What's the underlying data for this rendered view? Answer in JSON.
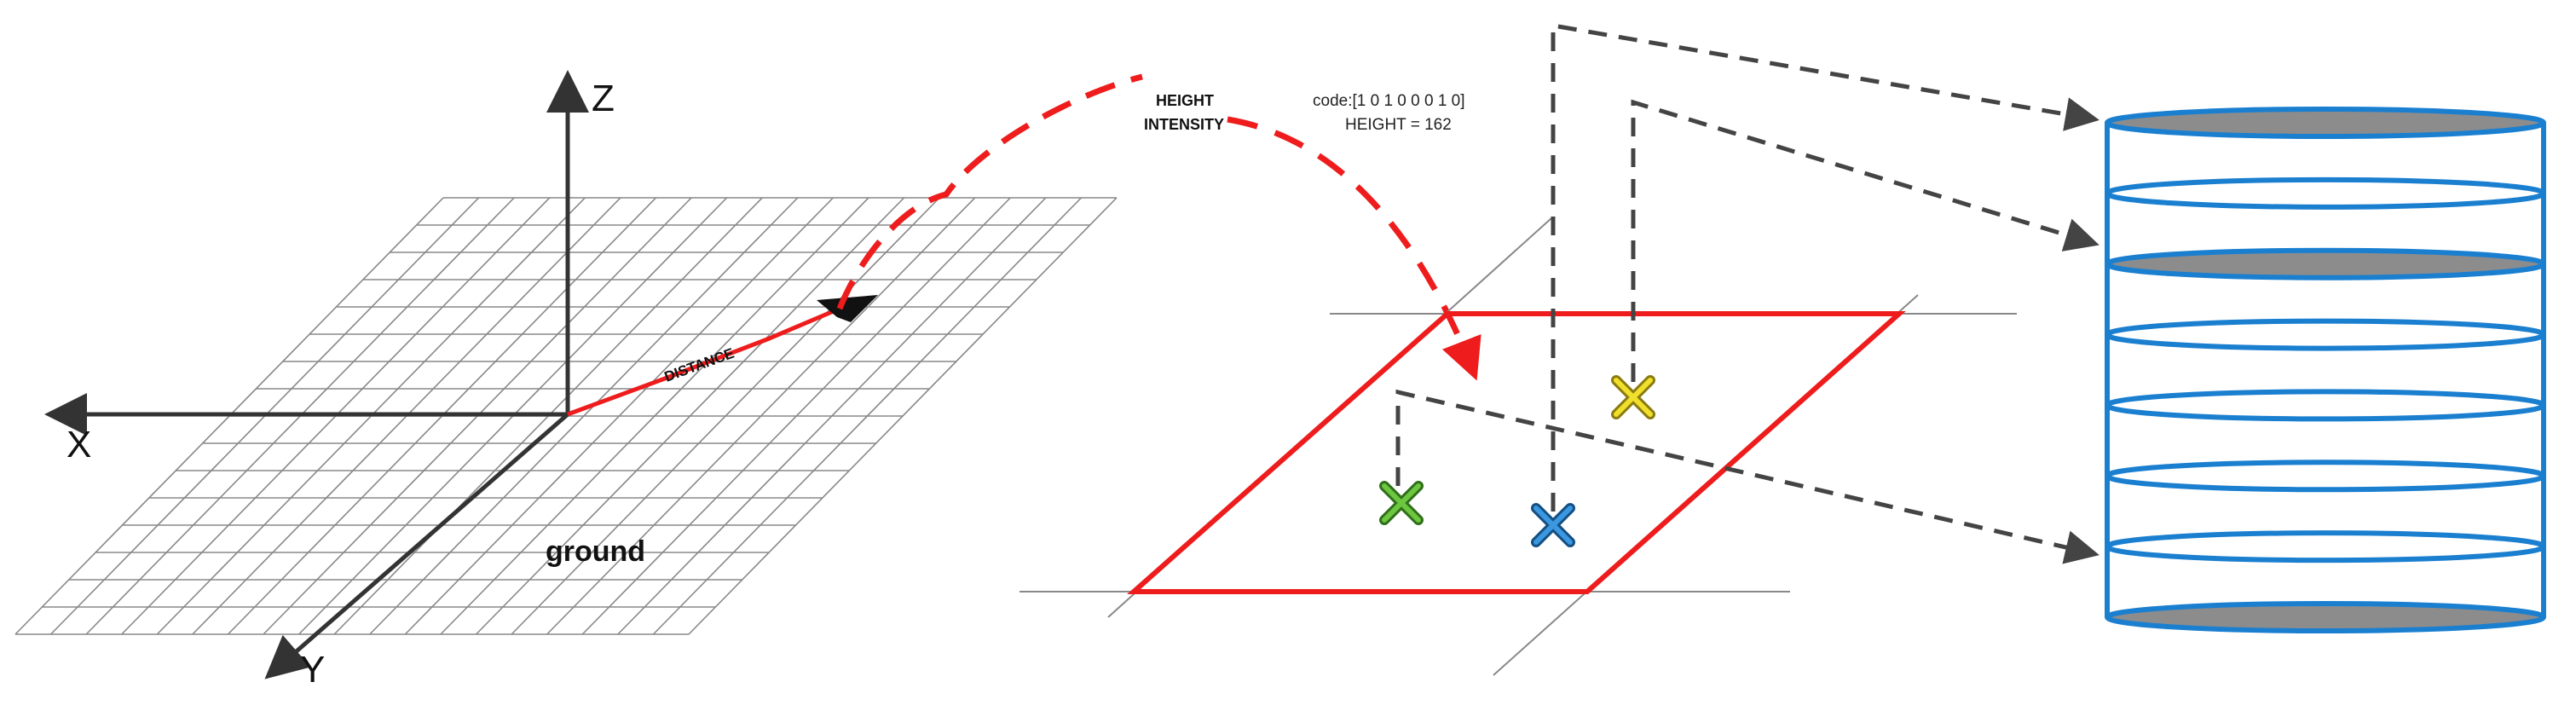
{
  "ground_diagram": {
    "axis_z": "Z",
    "axis_x": "X",
    "axis_y": "Y",
    "distance_label": "DISTANCE",
    "ground_label": "ground"
  },
  "projection_labels": {
    "height": "HEIGHT",
    "intensity": "INTENSITY",
    "code": "code:[1 0 1 0 0 0 1 0]",
    "height_value": "HEIGHT = 162"
  },
  "colors": {
    "ray": "#ee1c1c",
    "cell": "#ee1c1c",
    "grid": "#888888",
    "axis": "#333333",
    "dashed": "#444444",
    "cylinder": "#1b7fd0",
    "filled_layer": "#8c8c8c",
    "marker_green": "#5db534",
    "marker_blue": "#2a82c8",
    "marker_yellow": "#e6d21f"
  },
  "markers": [
    "green-x-marker",
    "blue-x-marker",
    "yellow-x-marker"
  ],
  "cylinder": {
    "layers": 8,
    "filled_layers": [
      1,
      3,
      8
    ]
  }
}
